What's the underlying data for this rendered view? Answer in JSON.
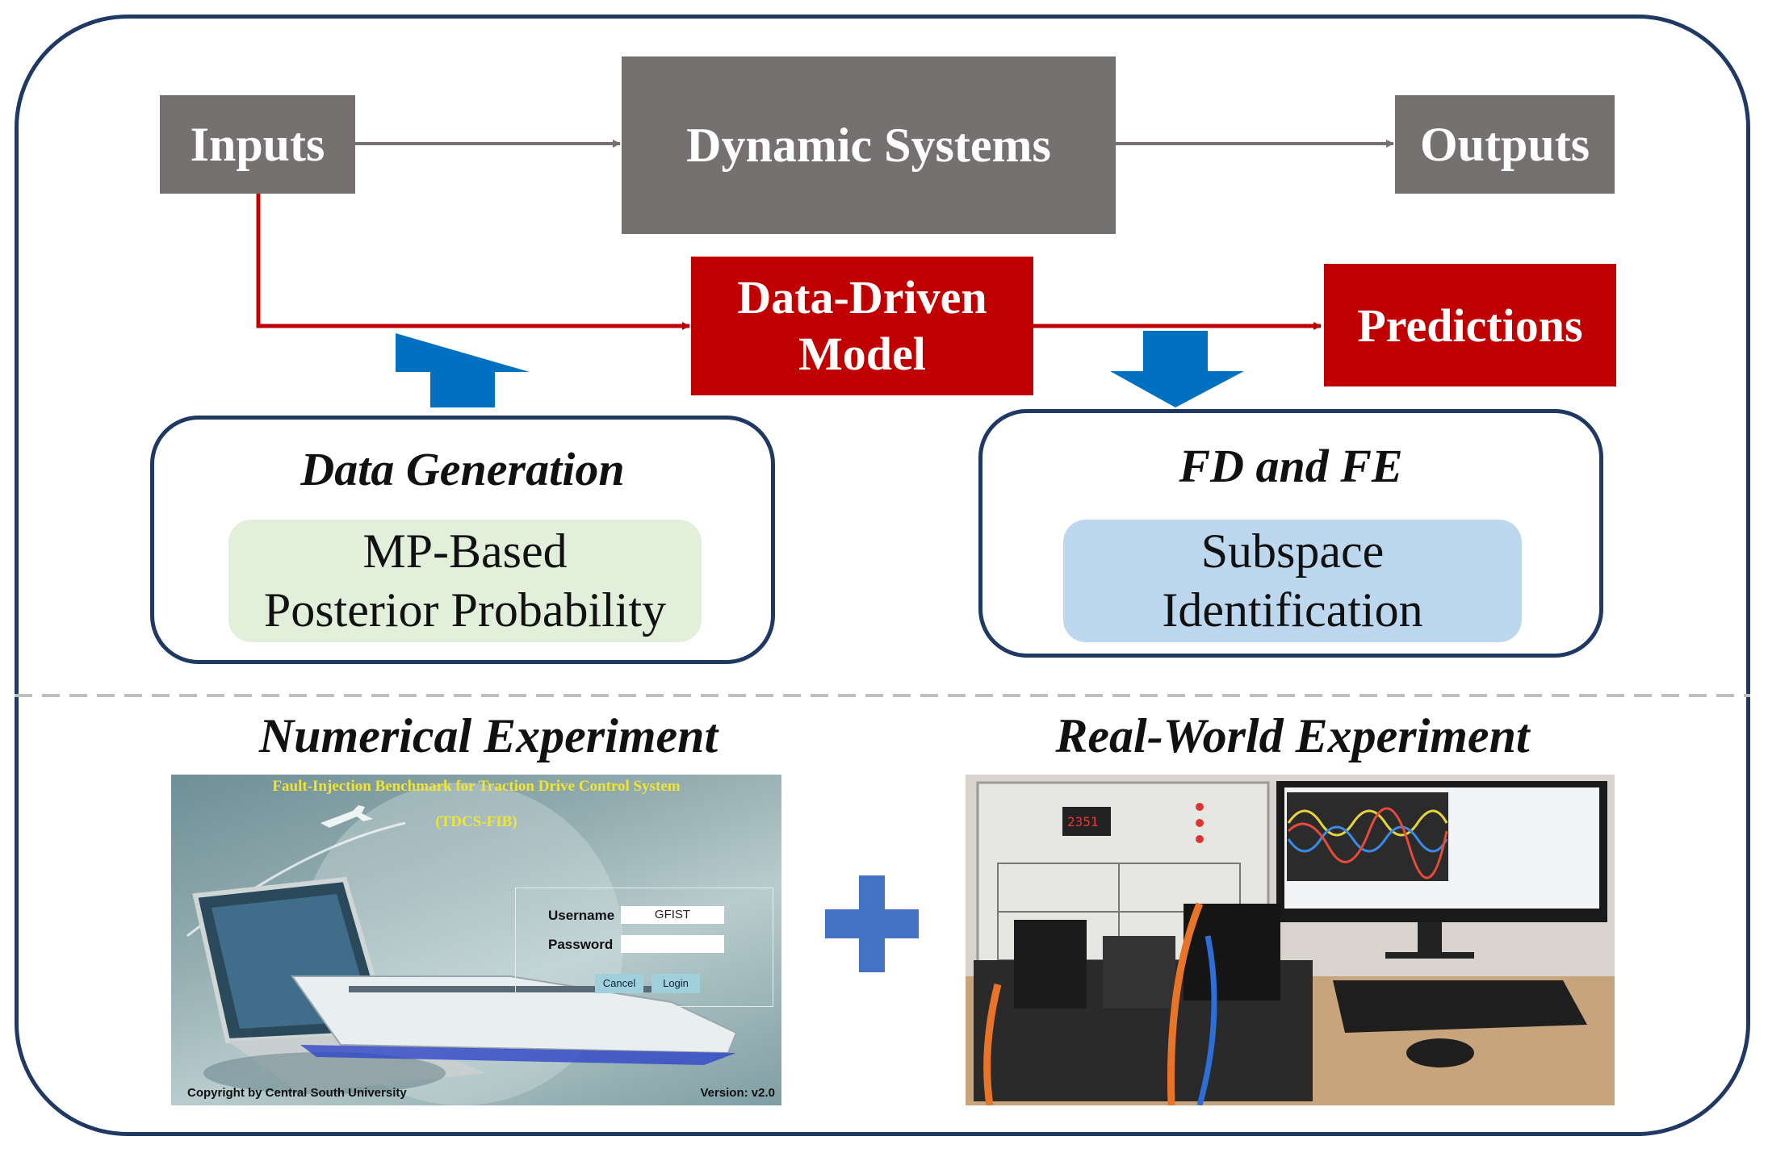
{
  "top": {
    "inputs": "Inputs",
    "dynamic_systems": "Dynamic Systems",
    "outputs": "Outputs",
    "model_line1": "Data-Driven",
    "model_line2": "Model",
    "predictions": "Predictions"
  },
  "left_panel": {
    "title": "Data Generation",
    "line1": "MP-Based",
    "line2": "Posterior Probability"
  },
  "right_panel": {
    "title": "FD and FE",
    "line1": "Subspace",
    "line2": "Identification"
  },
  "bottom": {
    "numerical_title": "Numerical Experiment",
    "realworld_title": "Real-World Experiment"
  },
  "benchmark": {
    "header": "Fault-Injection Benchmark for Traction Drive Control System",
    "abbr": "(TDCS-FIB)",
    "username_label": "Username",
    "username_value": "GFIST",
    "password_label": "Password",
    "password_value": "",
    "cancel": "Cancel",
    "login": "Login",
    "copyright": "Copyright by Central South University",
    "version": "Version: v2.0"
  },
  "colors": {
    "frame": "#1f3864",
    "grey_box": "#767171",
    "red_box": "#c00000",
    "blue_arrow": "#0070c0",
    "plus": "#4472c4",
    "green_fill": "#e2efda",
    "blue_fill": "#bdd7ee"
  }
}
